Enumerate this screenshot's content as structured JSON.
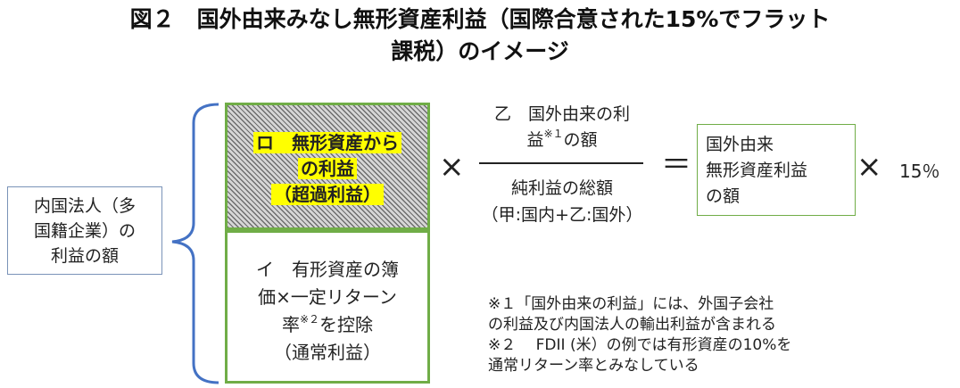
{
  "title": {
    "line1": "図２　国外由来みなし無形資産利益（国際合意された15%でフラット",
    "line2": "課税）のイメージ"
  },
  "left_box": {
    "lines": [
      "内国法人（多",
      "国籍企業）の",
      "利益の額"
    ]
  },
  "box_ro": {
    "lines": [
      "ロ　無形資産から",
      "の利益",
      "（超過利益）"
    ]
  },
  "box_i": {
    "line1": "イ　有形資産の簿",
    "line2": "価×一定リターン",
    "line3_pre": "率",
    "line3_sup": "※２",
    "line3_post": "を控除",
    "line4": "（通常利益）"
  },
  "operators": {
    "times": "×",
    "equals": "＝"
  },
  "numerator": {
    "line1": "乙　国外由来の利",
    "line2_pre": "益",
    "line2_sup": "※１",
    "line2_post": "の額"
  },
  "denominator": {
    "line1": "純利益の総額",
    "line2": "（甲:国内+乙:国外）"
  },
  "result_box": {
    "lines": [
      "国外由来",
      "無形資産利益",
      "の額"
    ]
  },
  "rate": "15％",
  "notes": [
    "※１「国外由来の利益」には、外国子会社",
    "の利益及び内国法人の輸出利益が含まれる",
    "※２　 FDII (米）の例では有形資産の10%を",
    "通常リターン率とみなしている"
  ],
  "colors": {
    "green_border": "#70ad47",
    "blue_border": "#7a93b8",
    "brace": "#4472c4",
    "highlight": "#ffff00"
  }
}
